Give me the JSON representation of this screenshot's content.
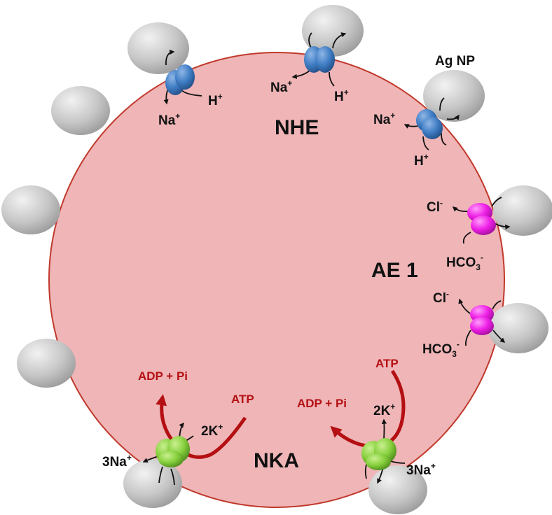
{
  "labels": {
    "ag_np": "Ag NP",
    "nhe": "NHE",
    "ae1": "AE 1",
    "nka": "NKA"
  },
  "nhe_ions": {
    "na": "Na",
    "h": "H",
    "plus": "+"
  },
  "ae_ions": {
    "cl": "Cl",
    "minus": "-",
    "hco3_base": "HCO",
    "hco3_sub": "3"
  },
  "nka_text": {
    "atp": "ATP",
    "adp_pi": "ADP + Pi",
    "k": "2K",
    "na3": "3Na",
    "plus": "+"
  },
  "colors": {
    "cell_fill": "#efb5b7",
    "cell_stroke": "#c0392b",
    "nanoparticle": "#c8c8c8",
    "nhe_protein": "#3f7dc4",
    "ae_protein": "#ee1ee6",
    "nka_protein": "#86cf3c",
    "atp_arrow": "#b40f12"
  }
}
